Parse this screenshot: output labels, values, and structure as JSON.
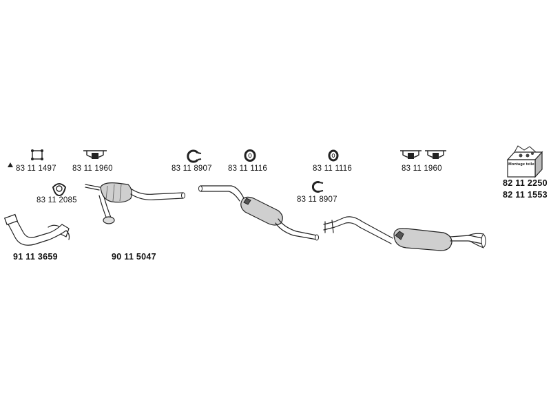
{
  "parts": {
    "clamp_flange": "83 11 1497",
    "hanger_1": "83 11 1960",
    "clip_clamp_1": "83 11 8907",
    "rubber_ring_1": "83 11 1116",
    "rubber_ring_2": "83 11 1116",
    "hanger_2": "83 11 1960",
    "gasket": "83 11 2085",
    "clip_clamp_2": "83 11 8907",
    "front_pipe": "91 11 3659",
    "catalytic_converter": "90 11 5047",
    "mounting_kit_1": "82 11 2250",
    "mounting_kit_2": "82 11 1553"
  },
  "kit_box_text": "Montage teile"
}
